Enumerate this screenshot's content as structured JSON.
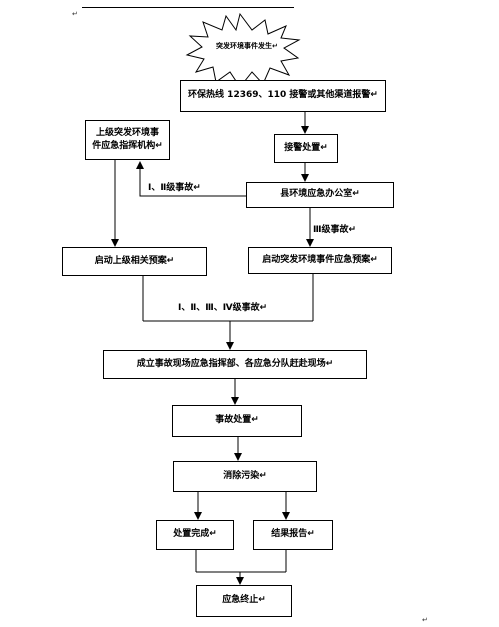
{
  "doc_marks": {
    "top_left": "↵",
    "bottom_right": "↵"
  },
  "start": "突发环境事件发生↵",
  "report": "环保热线 12369、110 接警或其他渠道报警↵",
  "receive": "接警处置↵",
  "superior_command": "上级突发环境事件应急指挥机构↵",
  "office": "县环境应急办公室↵",
  "label_level_1_2": "Ⅰ、Ⅱ级事故↵",
  "label_level_3": "Ⅲ级事故↵",
  "start_superior_plan": "启动上级相关预案↵",
  "start_county_plan": "启动突发环境事件应急预案↵",
  "label_all_levels": "Ⅰ、Ⅱ、Ⅲ、Ⅳ级事故↵",
  "command_hq": "成立事故现场应急指挥部、各应急分队赶赴现场↵",
  "handling": "事故处置↵",
  "eliminate": "消除污染↵",
  "done": "处置完成↵",
  "summary": "结果报告↵",
  "end": "应急终止↵"
}
